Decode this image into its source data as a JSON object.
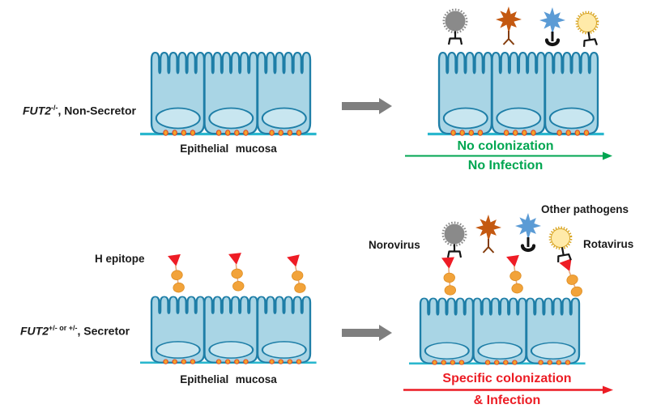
{
  "colors": {
    "cellFill": "#a9d5e5",
    "cellStroke": "#1e7ea7",
    "nucleusFill": "#c8e6f0",
    "baseline": "#2ab7ce",
    "dotFill": "#f4a428",
    "dotStroke": "#e0492a",
    "grayArrow": "#7f7f7f",
    "green": "#00a651",
    "red": "#ec1c24",
    "epitopeRed": "#ee1c25",
    "beadFill": "#f2a33a",
    "beadStroke": "#dd8d22",
    "connector": "#e8aa7d",
    "noroGray": "#8a8a8a",
    "pathOrange": "#c45911",
    "pathOrangeLegs": "#843c0c",
    "pathBlue": "#5b9bd5",
    "rotaFill": "#ffeaa9",
    "rotaRim": "#d9a521",
    "black": "#141414",
    "text": "#1a1a1a"
  },
  "icons": {
    "norovirus": "spiky-gray-sphere-with-black-claw",
    "other_pathogen_orange": "orange-starburst-with-brown-fork-legs",
    "other_pathogen_blue": "blue-starburst-with-black-stalk-and-u-base",
    "rotavirus": "spiky-yellow-sphere-with-black-claw",
    "h_epitope": "red-triangle-with-two-orange-beads",
    "transition_arrow": "gray-right-arrow",
    "epithelium": "three-blue-cells-with-villi-nuclei-and-orange-junction-dots-on-cyan-basement-line"
  },
  "top_panel": {
    "genotype_gene": "FUT2",
    "genotype_sup": "-/-",
    "genotype_rest": ", Non-Secretor",
    "mucosa_label": "Epithelial mucosa",
    "outcome_line1": "No colonization",
    "outcome_line2": "No Infection"
  },
  "bottom_panel": {
    "genotype_gene": "FUT2",
    "genotype_sup": "+/- or +/-",
    "genotype_rest": ", Secretor",
    "h_epitope_label": "H epitope",
    "mucosa_label": "Epithelial mucosa",
    "label_norovirus": "Norovirus",
    "label_other_pathogens": "Other pathogens",
    "label_rotavirus": "Rotavirus",
    "outcome_line1": "Specific colonization",
    "outcome_line2": "& Infection"
  }
}
